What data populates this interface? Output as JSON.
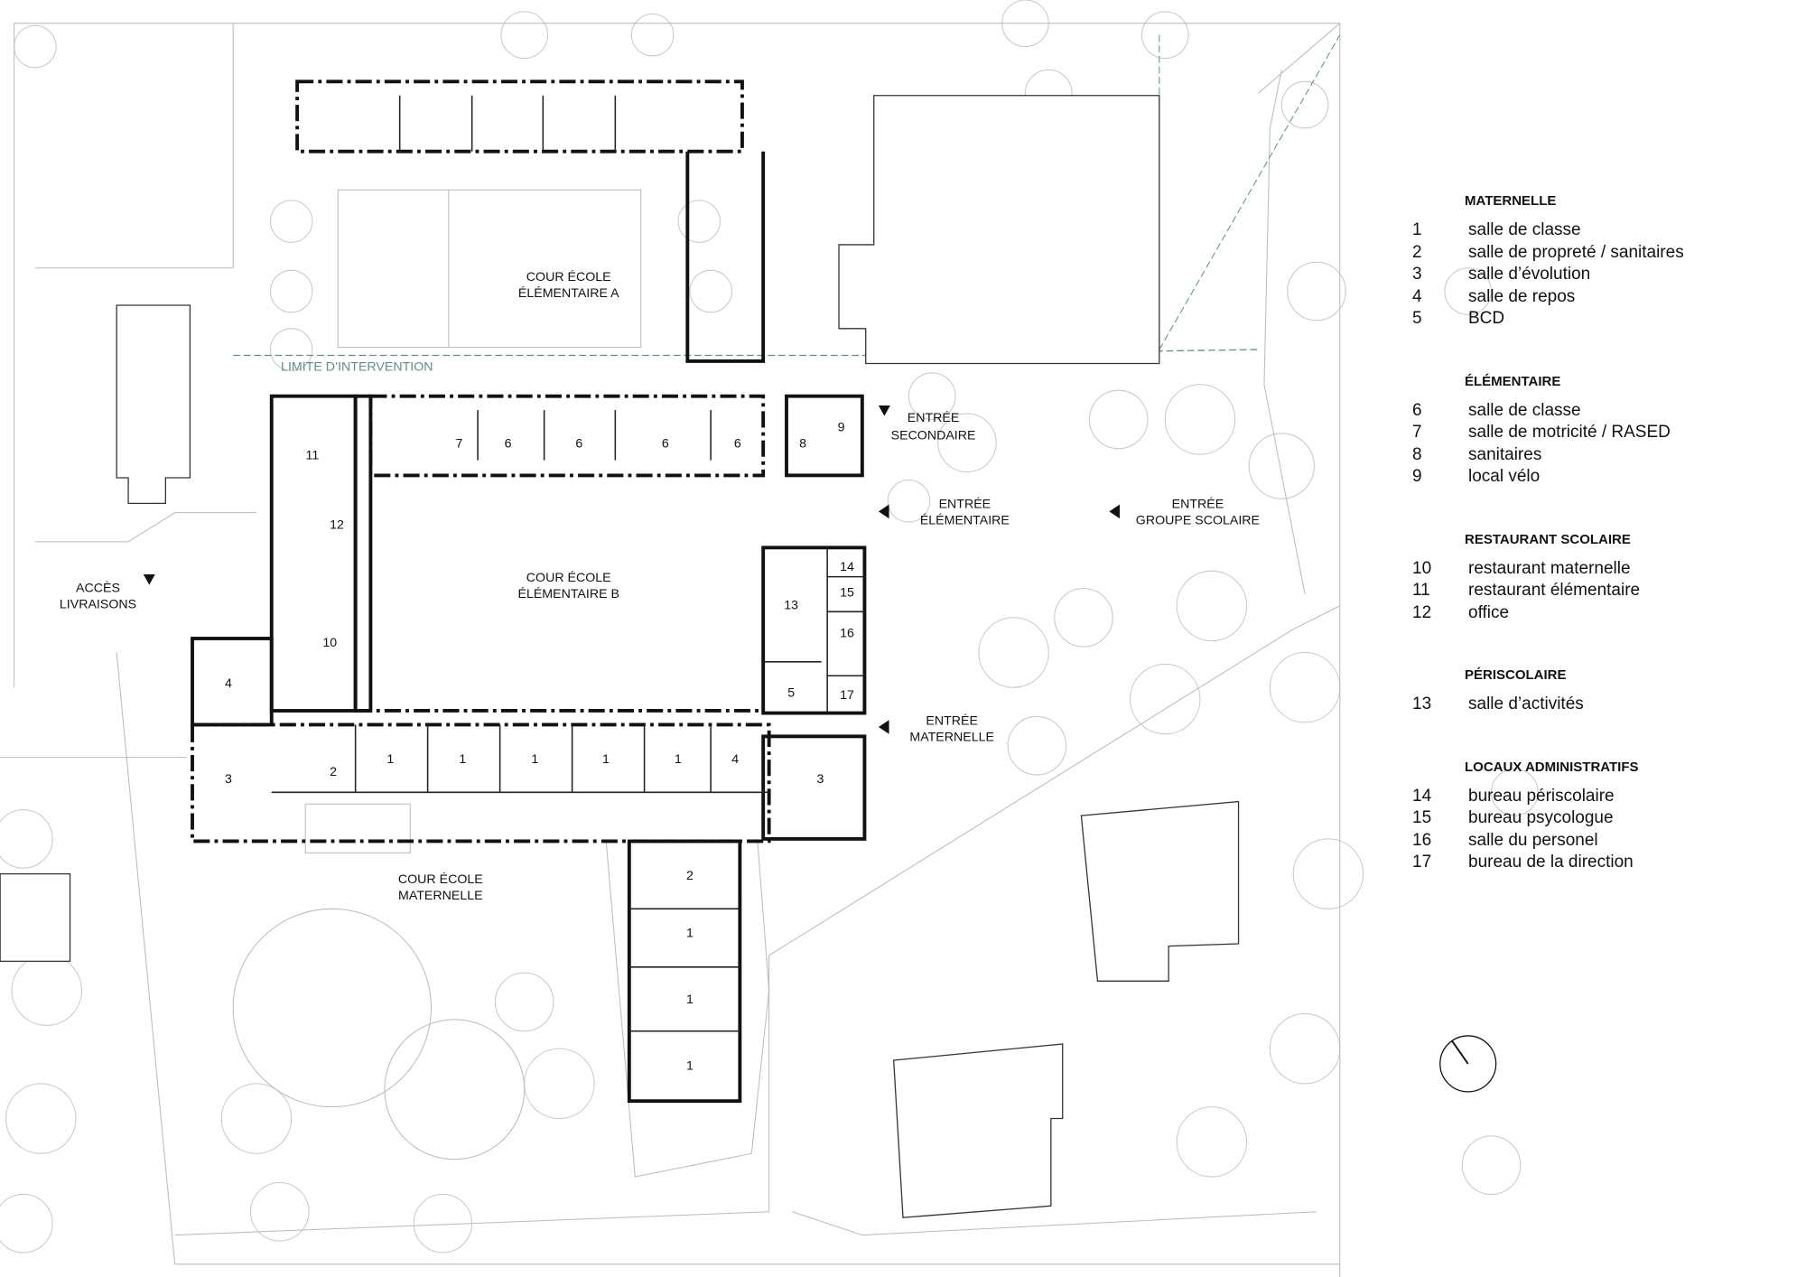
{
  "plan": {
    "labels": {
      "cour_a": [
        "COUR ÉCOLE",
        "ÉLÉMENTAIRE A"
      ],
      "cour_b": [
        "COUR ÉCOLE",
        "ÉLÉMENTAIRE B"
      ],
      "cour_m": [
        "COUR ÉCOLE",
        "MATERNELLE"
      ],
      "limite": "LIMITE D’INTERVENTION",
      "entree_secondaire": [
        "ENTRÉE",
        "SECONDAIRE"
      ],
      "entree_elementaire": [
        "ENTRÉE",
        "ÉLÉMENTAIRE"
      ],
      "entree_groupe": [
        "ENTRÉE",
        "GROUPE SCOLAIRE"
      ],
      "entree_maternelle": [
        "ENTRÉE",
        "MATERNELLE"
      ],
      "acces_livraisons": [
        "ACCÈS",
        "LIVRAISONS"
      ]
    },
    "room_numbers": [
      "11",
      "12",
      "10",
      "4",
      "3",
      "2",
      "1",
      "1",
      "1",
      "1",
      "1",
      "4",
      "3",
      "7",
      "6",
      "6",
      "6",
      "6",
      "8",
      "9",
      "13",
      "14",
      "15",
      "16",
      "5",
      "17",
      "2",
      "1",
      "1",
      "1"
    ]
  },
  "legend": [
    {
      "heading": "MATERNELLE",
      "items": [
        {
          "n": "1",
          "t": "salle de classe"
        },
        {
          "n": "2",
          "t": "salle de propreté / sanitaires"
        },
        {
          "n": "3",
          "t": "salle d’évolution"
        },
        {
          "n": "4",
          "t": "salle de repos"
        },
        {
          "n": "5",
          "t": "BCD"
        }
      ]
    },
    {
      "heading": "ÉLÉMENTAIRE",
      "items": [
        {
          "n": "6",
          "t": "salle de classe"
        },
        {
          "n": "7",
          "t": "salle de motricité / RASED"
        },
        {
          "n": "8",
          "t": "sanitaires"
        },
        {
          "n": "9",
          "t": "local vélo"
        }
      ]
    },
    {
      "heading": "RESTAURANT SCOLAIRE",
      "items": [
        {
          "n": "10",
          "t": "restaurant maternelle"
        },
        {
          "n": "11",
          "t": "restaurant élémentaire"
        },
        {
          "n": "12",
          "t": "office"
        }
      ]
    },
    {
      "heading": "PÉRISCOLAIRE",
      "items": [
        {
          "n": "13",
          "t": "salle d’activités"
        }
      ]
    },
    {
      "heading": "LOCAUX ADMINISTRATIFS",
      "items": [
        {
          "n": "14",
          "t": "bureau périscolaire"
        },
        {
          "n": "15",
          "t": "bureau psycologue"
        },
        {
          "n": "16",
          "t": "salle du personel"
        },
        {
          "n": "17",
          "t": "bureau de la direction"
        }
      ]
    }
  ],
  "colors": {
    "limit": "#5e8f86",
    "walls": "#111111",
    "context": "#c8c8c8"
  }
}
